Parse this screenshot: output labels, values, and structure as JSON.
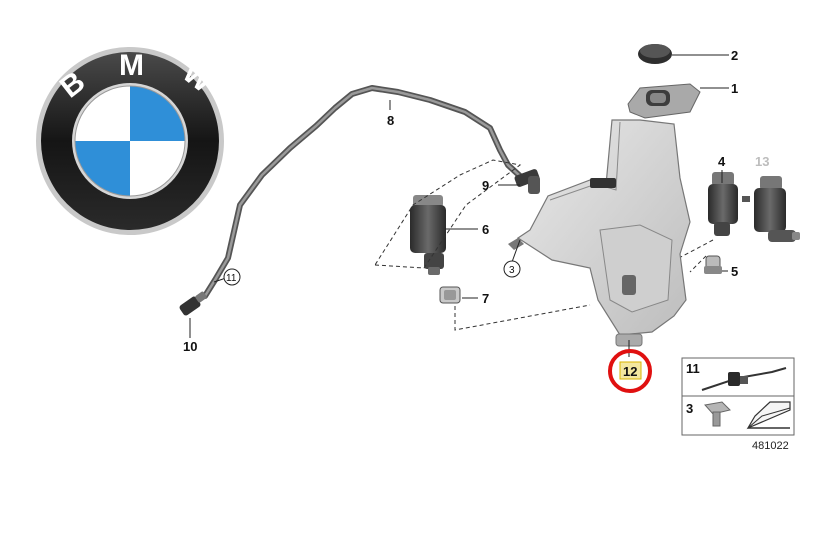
{
  "logo": {
    "letters": [
      "B",
      "M",
      "W"
    ],
    "colors": {
      "ring": "#1b1b1b",
      "blue": "#2f8fd8",
      "white": "#ffffff",
      "silver": "#c9c9c9"
    }
  },
  "callouts": {
    "n1": "1",
    "n2": "2",
    "n3": "3",
    "n4": "4",
    "n5": "5",
    "n6": "6",
    "n7": "7",
    "n8": "8",
    "n9": "9",
    "n10": "10",
    "n11": "11",
    "n12": "12",
    "n13": "13"
  },
  "legend": {
    "item11_label": "11",
    "item3_label": "3",
    "diagram_number": "481022"
  },
  "highlight": {
    "color": "#e01010",
    "label_fill": "#f3e7a0"
  }
}
